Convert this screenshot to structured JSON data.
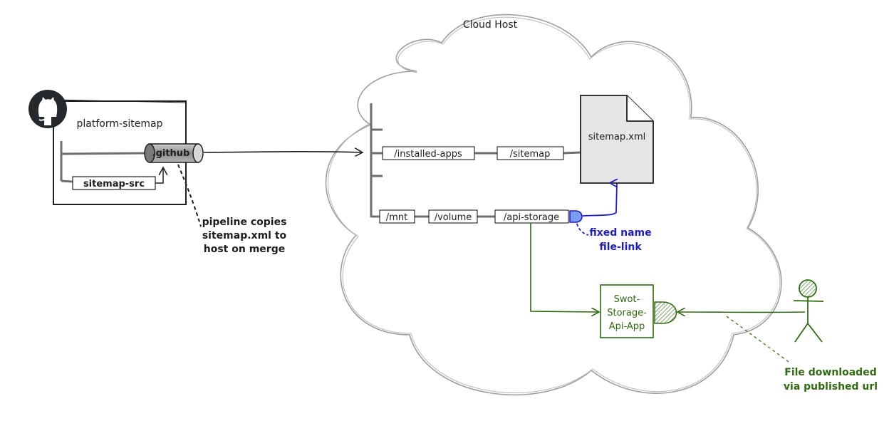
{
  "cloud": {
    "title": "Cloud Host"
  },
  "repo": {
    "name": "platform-sitemap",
    "github_folder": ".github",
    "src_folder": "sitemap-src"
  },
  "pipeline_note": {
    "line1": "pipeline copies",
    "line2": "sitemap.xml to",
    "line3": "host on merge"
  },
  "paths": {
    "installed_apps": "/installed-apps",
    "sitemap": "/sitemap",
    "mnt": "/mnt",
    "volume": "/volume",
    "api_storage": "/api-storage"
  },
  "file": {
    "name": "sitemap.xml"
  },
  "link_note": {
    "line1": "fixed name",
    "line2": "file-link"
  },
  "app": {
    "line1": "Swot-",
    "line2": "Storage-",
    "line3": "Api-App"
  },
  "download_note": {
    "line1": "File downloaded",
    "line2": "via published url"
  },
  "colors": {
    "stroke": "#1e1e1e",
    "cloud": "#9e9e9e",
    "blue": "#1e1ec8",
    "green": "#2f6b10",
    "file_fill": "#e6e6e6",
    "cylinder_fill": "#9a9a9a",
    "icon": "#24292e"
  },
  "icons": {
    "repo": "github-icon",
    "user": "user-stick-figure-icon"
  }
}
